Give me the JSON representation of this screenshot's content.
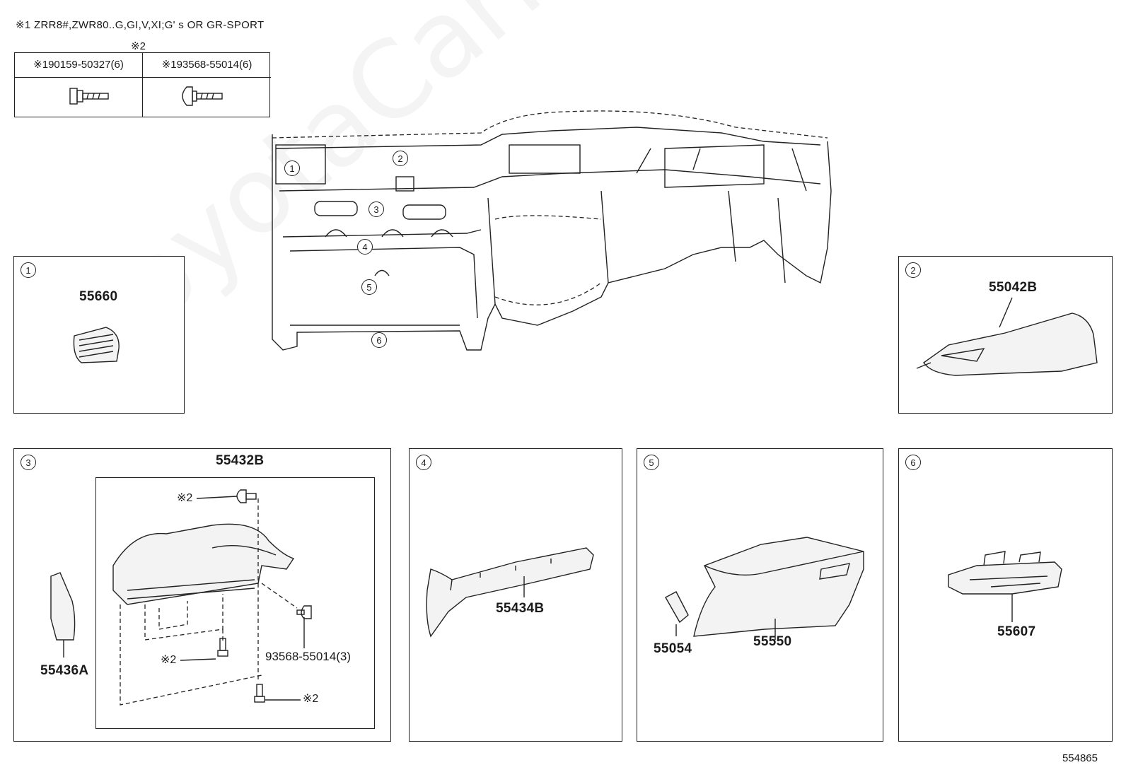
{
  "header": {
    "note": "※1 ZRR8#,ZWR80..G,GI,V,XI;G' s OR GR-SPORT",
    "mark2": "※2"
  },
  "bolt_table": {
    "col1_label": "※190159-50327(6)",
    "col2_label": "※193568-55014(6)"
  },
  "main_diagram": {
    "callouts": [
      "1",
      "2",
      "3",
      "4",
      "5",
      "6"
    ]
  },
  "panels": {
    "p1": {
      "num": "1",
      "part": "55660"
    },
    "p2": {
      "num": "2",
      "part": "55042B"
    },
    "p3": {
      "num": "3",
      "part_main": "55432B",
      "part_side": "55436A",
      "screw_label": "93568-55014(3)",
      "mark_a": "※2",
      "mark_b": "※2",
      "mark_c": "※2"
    },
    "p4": {
      "num": "4",
      "part": "55434B"
    },
    "p5": {
      "num": "5",
      "part_a": "55054",
      "part_b": "55550"
    },
    "p6": {
      "num": "6",
      "part": "55607"
    }
  },
  "diagram_code": "554865",
  "watermark": "ToyotaCarMine.ru"
}
